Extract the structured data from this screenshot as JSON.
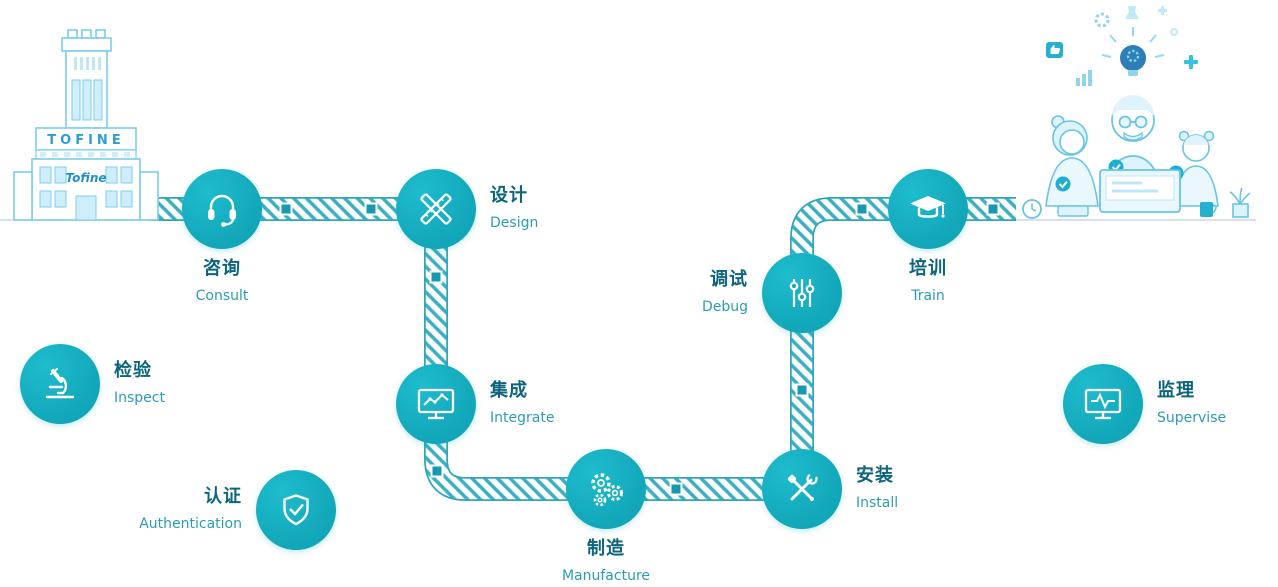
{
  "company": {
    "sign": "TOFINE",
    "logo": "Tofine"
  },
  "colors": {
    "circle_teal": "#14abbd",
    "road_border_teal": "#2fa7bb",
    "road_marker_teal": "#1899ad",
    "label_zh": "#0d657d",
    "label_en": "#2a9cb5",
    "illustration_blue": "#66c4e9"
  },
  "steps": [
    {
      "zh": "咨询",
      "en": "Consult",
      "icon": "headset-icon"
    },
    {
      "zh": "设计",
      "en": "Design",
      "icon": "pencil-ruler-icon"
    },
    {
      "zh": "集成",
      "en": "Integrate",
      "icon": "monitor-chart-icon"
    },
    {
      "zh": "制造",
      "en": "Manufacture",
      "icon": "gears-icon"
    },
    {
      "zh": "安装",
      "en": "Install",
      "icon": "tools-icon"
    },
    {
      "zh": "调试",
      "en": "Debug",
      "icon": "sliders-icon"
    },
    {
      "zh": "培训",
      "en": "Train",
      "icon": "graduation-cap-icon"
    }
  ],
  "services": [
    {
      "zh": "检验",
      "en": "Inspect",
      "icon": "microscope-icon"
    },
    {
      "zh": "认证",
      "en": "Authentication",
      "icon": "shield-check-icon"
    },
    {
      "zh": "监理",
      "en": "Supervise",
      "icon": "monitor-pulse-icon"
    }
  ]
}
